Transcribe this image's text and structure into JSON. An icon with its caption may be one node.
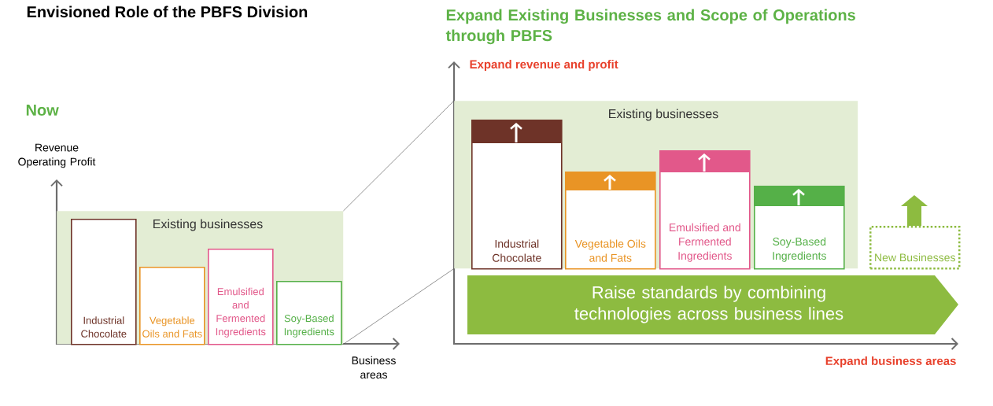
{
  "diagram": {
    "title": "Envisioned Role of the PBFS Division",
    "nodes": [
      {
        "text": [
          "Existing businesses"
        ]
      },
      {
        "text": [
          "Industrial Chocolate"
        ],
        "in": 0
      },
      {
        "text": [
          "Vegetable Oils and Fats"
        ],
        "in": 0
      },
      {
        "text": [
          "Emulsified and Fermented Ingredients"
        ],
        "in": 0
      },
      {
        "text": [
          "Soy-Based Ingredients"
        ],
        "in": 0
      },
      {
        "text": [
          "Existing businesses"
        ]
      },
      {
        "text": [
          "Industrial Chocolate"
        ],
        "in": 5
      },
      {
        "text": [
          "Vegetable Oils and Fats"
        ],
        "in": 5
      },
      {
        "text": [
          "Emulsified and Fermented Ingredients"
        ],
        "in": 5
      },
      {
        "text": [
          "Soy-Based Ingredients"
        ],
        "in": 5
      },
      {
        "text": [
          "New Businesses"
        ]
      },
      {
        "text": [
          "Raise standards by combining technologies across business lines"
        ]
      }
    ],
    "edges": [
      {
        "from": 0,
        "to": 5,
        "arrow": "none"
      },
      {
        "from": 0,
        "to": 5,
        "arrow": "none"
      }
    ],
    "labels": [
      "Expand Existing Businesses and Scope of Operations through PBFS",
      "Expand revenue and profit",
      "Now",
      "Revenue Operating Profit",
      "Business areas",
      "Expand business areas"
    ]
  }
}
